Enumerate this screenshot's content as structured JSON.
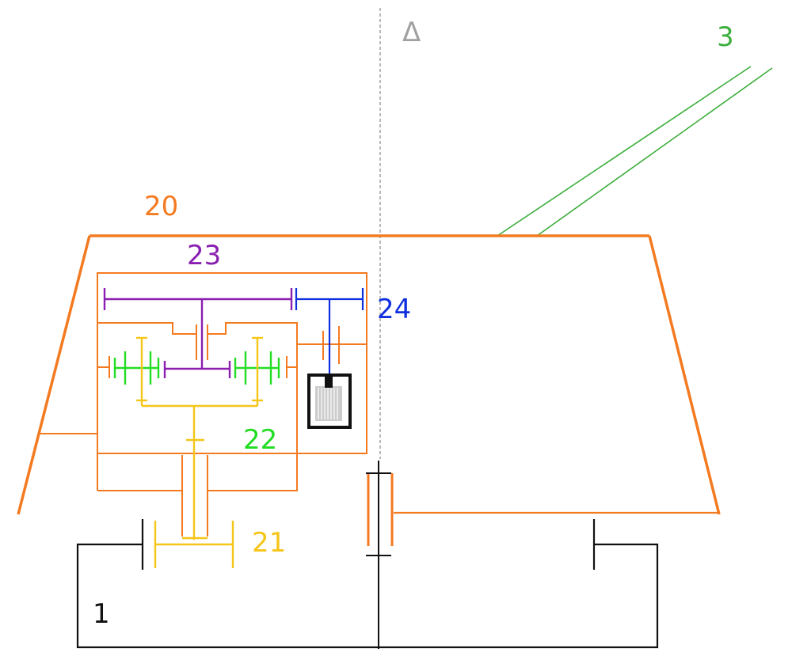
{
  "labels": {
    "delta": "Δ",
    "part_3": "3",
    "part_20": "20",
    "part_23": "23",
    "part_24": "24",
    "part_22": "22",
    "part_21": "21",
    "part_1": "1"
  },
  "colors": {
    "orange": "#f47a20",
    "green_dark": "#3cae3c",
    "green_bright": "#22dd22",
    "purple": "#8a1fb0",
    "blue": "#1030e0",
    "yellow": "#f5c518",
    "black": "#111111",
    "axis": "#a0a0a0"
  }
}
